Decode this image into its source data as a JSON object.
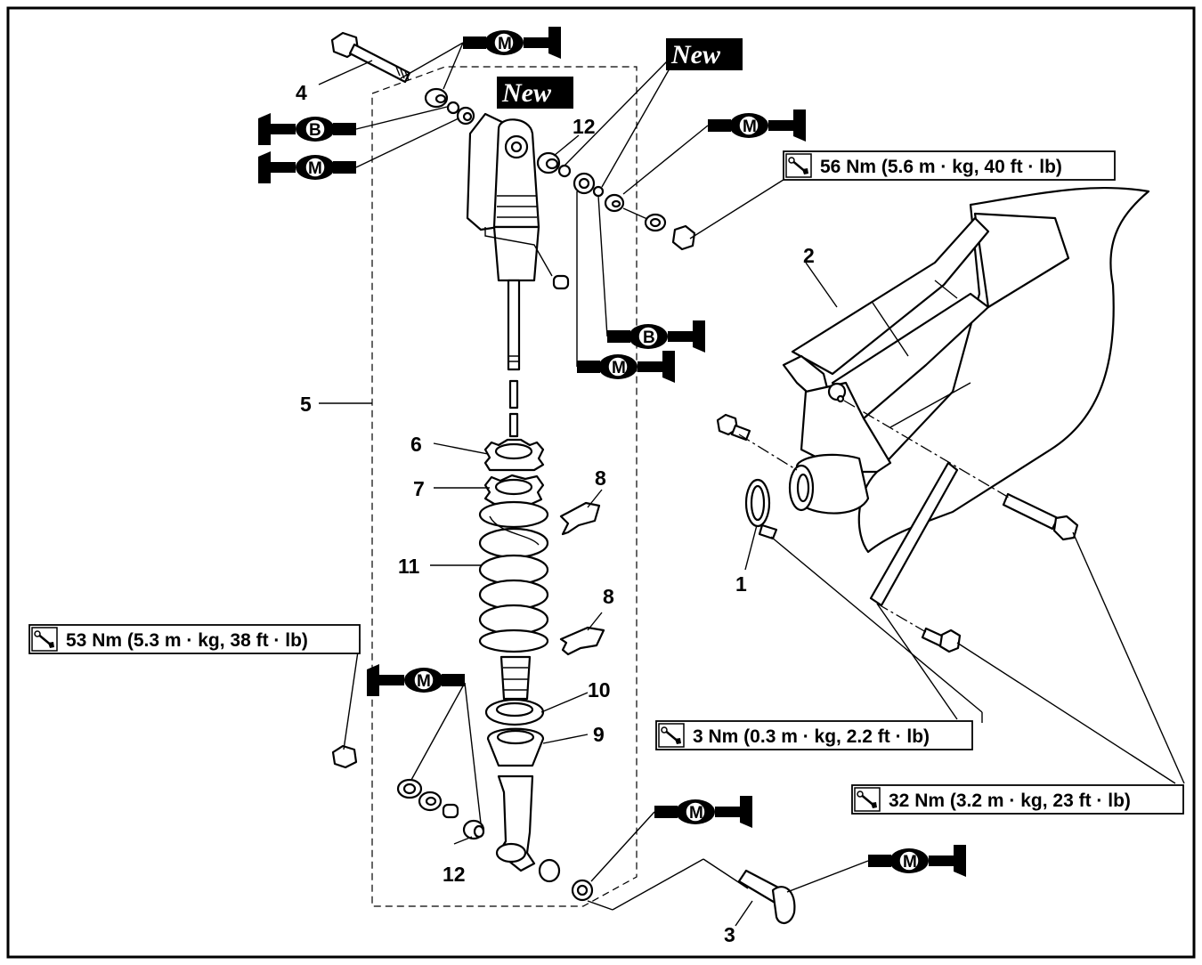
{
  "parts": {
    "p1": "1",
    "p2": "2",
    "p3": "3",
    "p4": "4",
    "p5": "5",
    "p6": "6",
    "p7": "7",
    "p8a": "8",
    "p8b": "8",
    "p9": "9",
    "p10": "10",
    "p11": "11",
    "p12a": "12",
    "p12b": "12"
  },
  "torque": {
    "t56": "56 Nm (5.6 m · kg, 40 ft · lb)",
    "t53": "53 Nm (5.3 m · kg, 38 ft · lb)",
    "t3": "3 Nm (0.3 m · kg, 2.2 ft · lb)",
    "t32": "32 Nm (3.2 m · kg, 23 ft · lb)"
  },
  "new_labels": {
    "left": "New",
    "right": "New"
  },
  "grease": {
    "molybdenum": "M",
    "bearing": "B"
  }
}
